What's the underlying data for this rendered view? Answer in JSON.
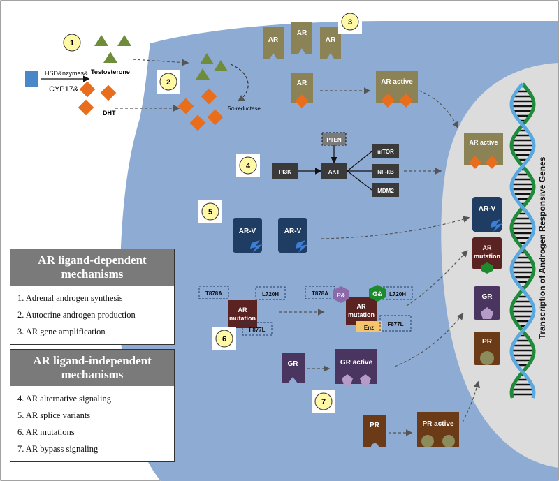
{
  "step_numbers": [
    "1",
    "2",
    "3",
    "4",
    "5",
    "6",
    "7"
  ],
  "step1": {
    "enzymes": "HSD&nzymes&",
    "cyp": "CYP17&",
    "testosterone": "Testosterone",
    "dht": "DHT"
  },
  "step2": {
    "reductase": "5α-reductase"
  },
  "step3": {
    "ar": "AR",
    "ar_active": "AR active"
  },
  "step4": {
    "pten": "PTEN",
    "pi3k": "PI3K",
    "akt": "AKT",
    "mtor": "mTOR",
    "nfkb": "NF-kB",
    "mdm2": "MDM2"
  },
  "step5": {
    "arv": "AR-V"
  },
  "step6": {
    "t878a": "T878A",
    "l720h": "L720H",
    "f877l": "F877L",
    "ar_mutation_line1": "AR",
    "ar_mutation_line2": "mutation",
    "p_label": "P&",
    "g_label": "G&",
    "enz": "Enz"
  },
  "step7": {
    "gr": "GR",
    "gr_active": "GR active",
    "pr": "PR",
    "pr_active": "PR active"
  },
  "nucleus": {
    "ar_active": "AR active",
    "arv": "AR-V",
    "ar_mutation_line1": "AR",
    "ar_mutation_line2": "mutation",
    "gr": "GR",
    "pr": "PR"
  },
  "vertical_label": "Transcription of Androgen Responsive Genes",
  "legend_dependent": {
    "title": "AR ligand-dependent mechanisms",
    "items": [
      "1. Adrenal androgen synthesis",
      "2. Autocrine androgen production",
      "3. AR gene amplification"
    ]
  },
  "legend_independent": {
    "title": "AR ligand-independent mechanisms",
    "items": [
      "4. AR alternative signaling",
      "5. AR splice variants",
      "6. AR mutations",
      "7. AR bypass signaling"
    ]
  },
  "colors": {
    "cell": "#8eabd4",
    "nucleus": "#dcdcdc",
    "ar": "#8b8256",
    "ligand": "#e86d1c",
    "testosterone": "#6e8c3a",
    "dhea": "#4a86c8",
    "arv": "#1f3c63",
    "mutation": "#5a2322",
    "gr": "#4a3560",
    "pr": "#6b3a16",
    "pr_ligand": "#8b8b5c",
    "gr_ligand": "#b69bc8",
    "helix_green": "#1f8a3a",
    "helix_blue": "#5aa8e0"
  }
}
